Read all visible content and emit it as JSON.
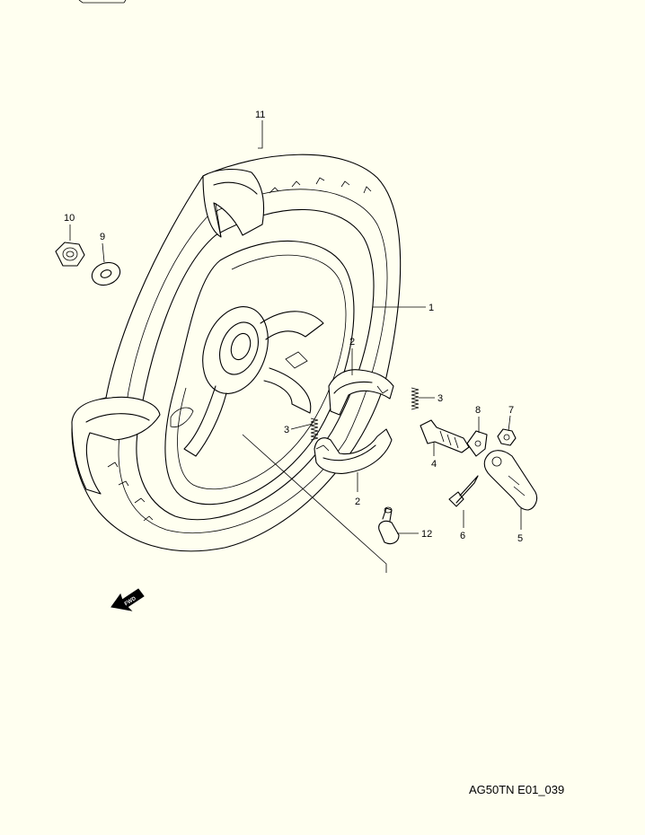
{
  "diagram": {
    "diagram_code": "AG50TN E01_039",
    "fwd_label": "FWD",
    "callouts": {
      "c1": "1",
      "c2a": "2",
      "c2b": "2",
      "c3a": "3",
      "c3b": "3",
      "c4": "4",
      "c5": "5",
      "c6": "6",
      "c7": "7",
      "c8": "8",
      "c9": "9",
      "c10": "10",
      "c11": "11",
      "c12": "12"
    }
  }
}
